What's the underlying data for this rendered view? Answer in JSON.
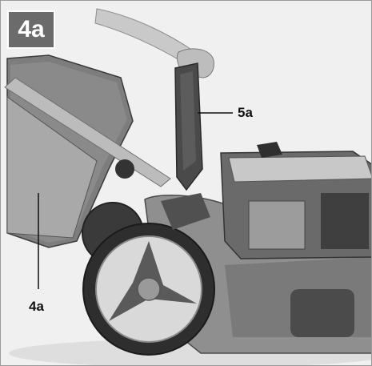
{
  "figure": {
    "badge_label": "4a",
    "callouts": {
      "grass_bag": "4a",
      "rear_flap": "5a"
    }
  }
}
